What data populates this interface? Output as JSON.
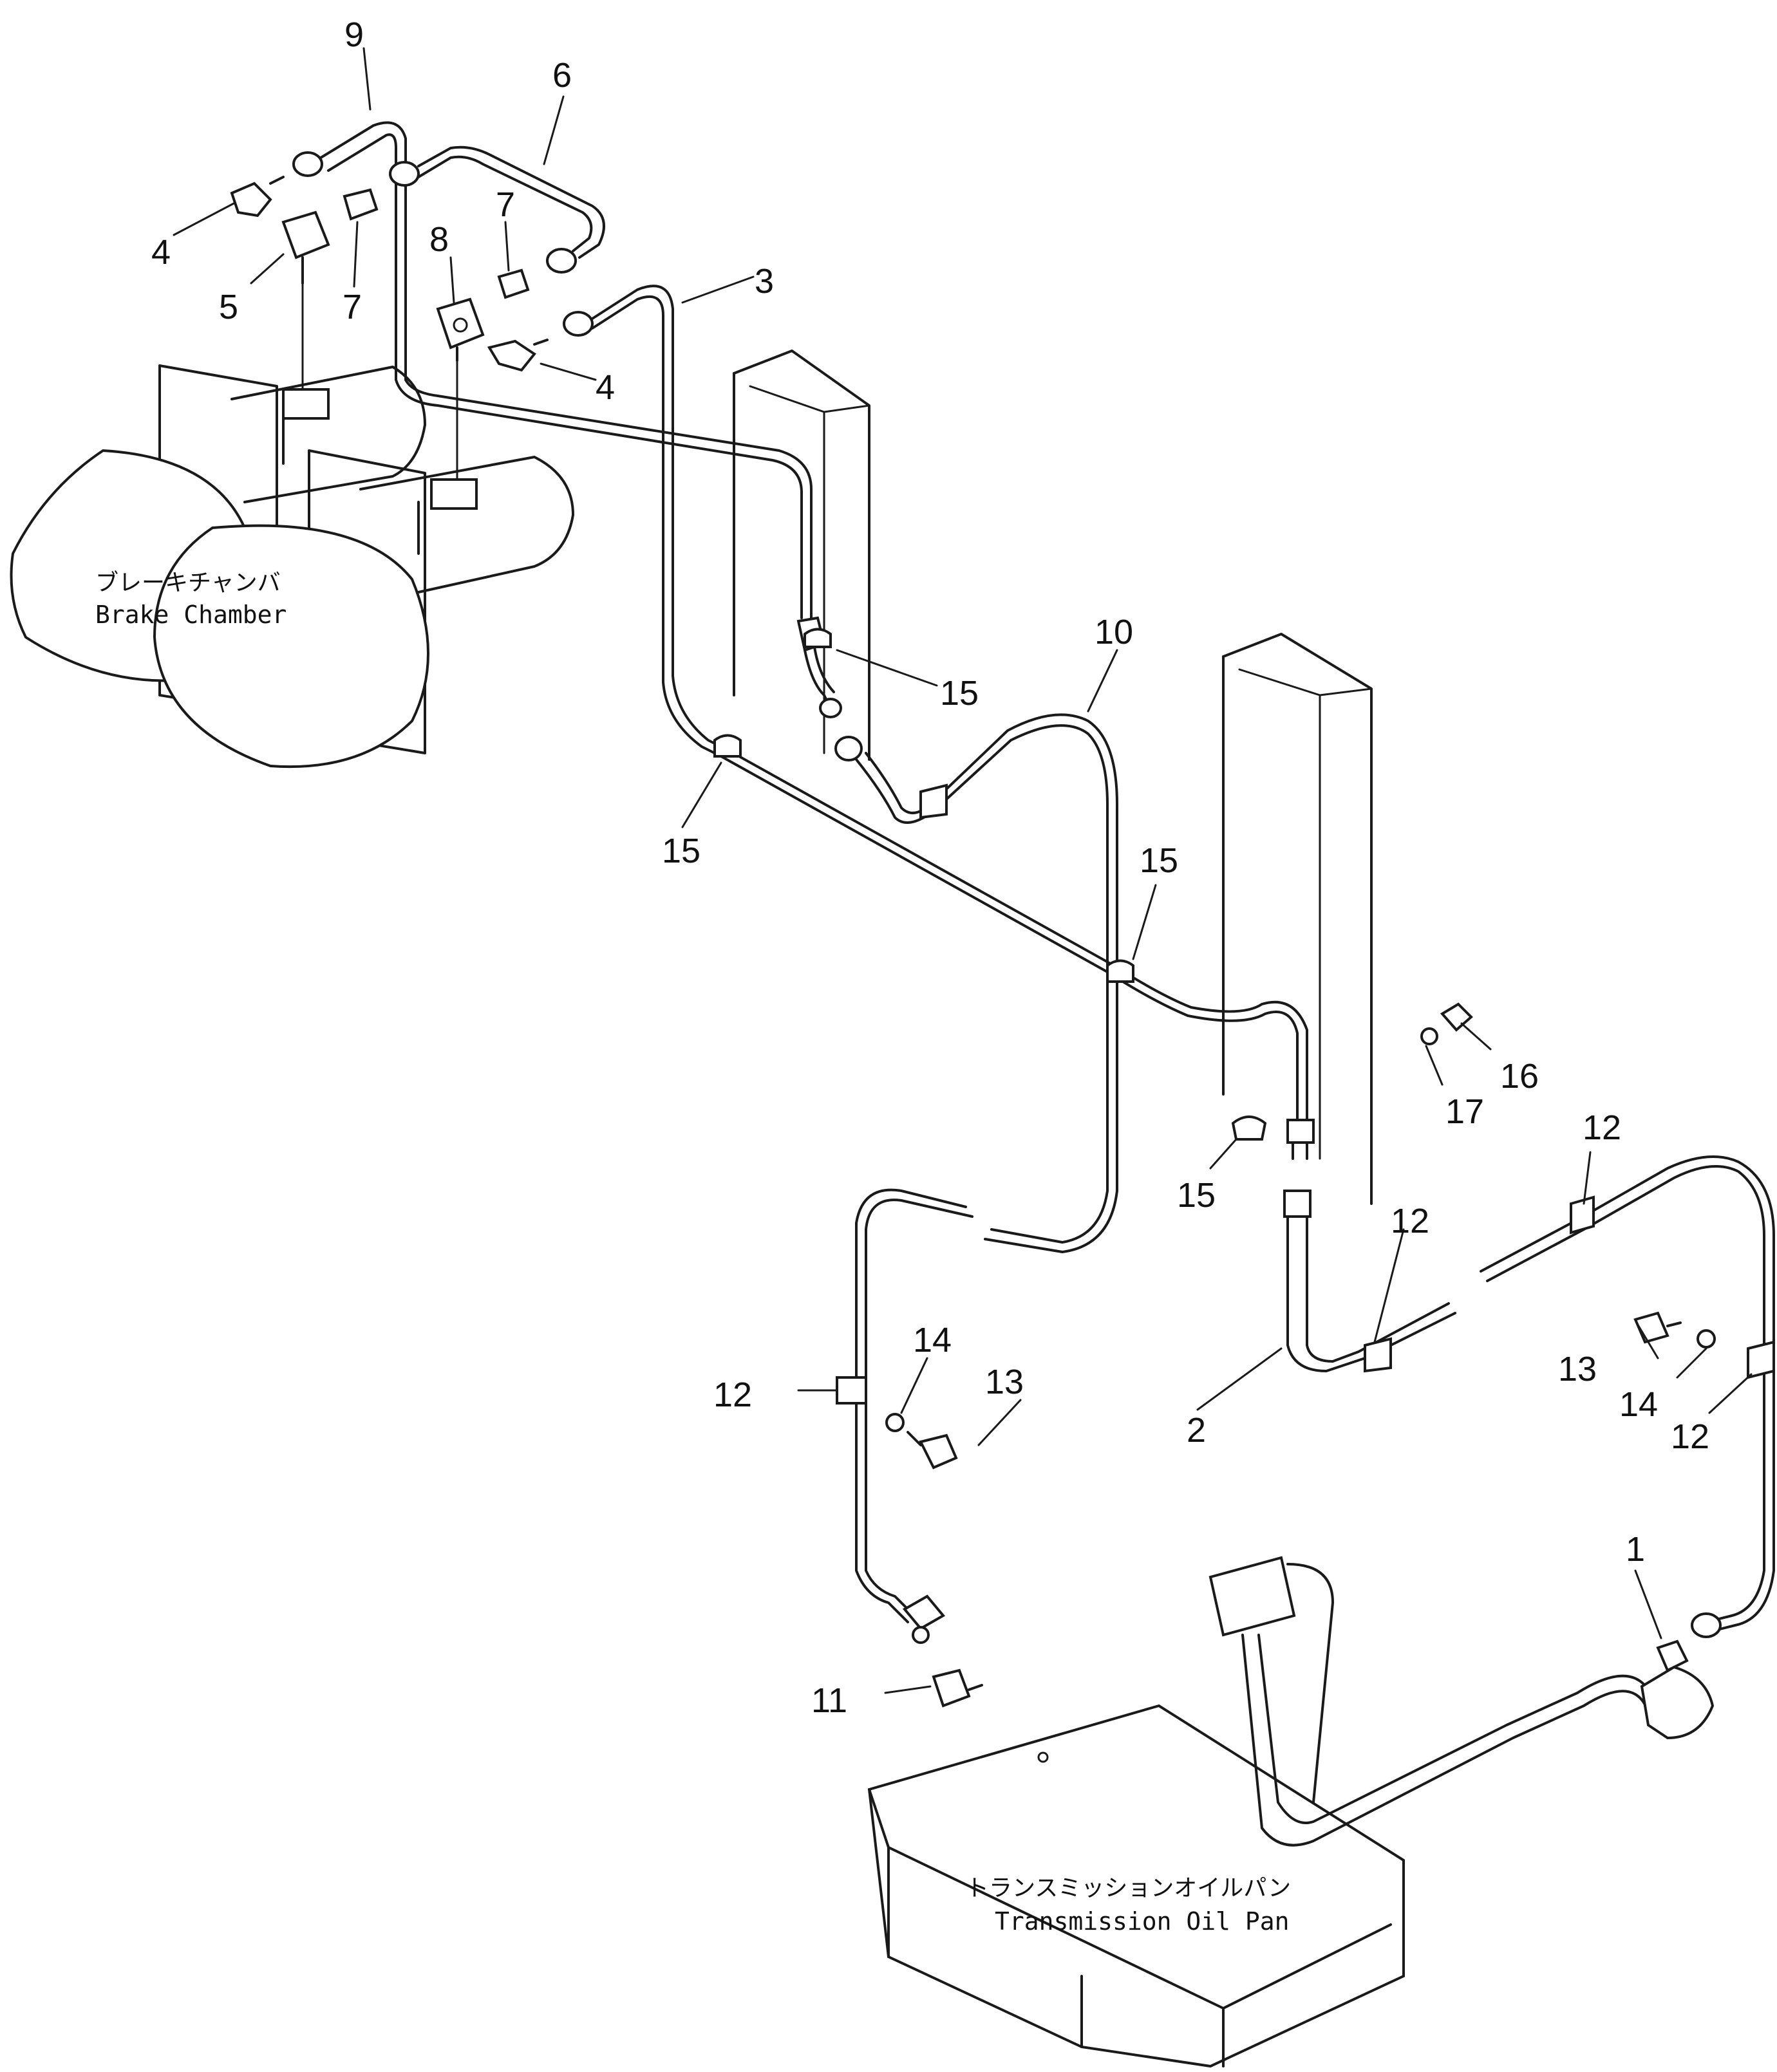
{
  "labels": {
    "brake_chamber_jp": "ブレーキチャンバ",
    "brake_chamber_en": "Brake Chamber",
    "oil_pan_jp": "トランスミッションオイルパン",
    "oil_pan_en": "Transmission Oil Pan"
  },
  "callouts": [
    {
      "id": "c9",
      "number": "9"
    },
    {
      "id": "c6",
      "number": "6"
    },
    {
      "id": "c4a",
      "number": "4"
    },
    {
      "id": "c7a",
      "number": "7"
    },
    {
      "id": "c5",
      "number": "5"
    },
    {
      "id": "c7b",
      "number": "7"
    },
    {
      "id": "c8",
      "number": "8"
    },
    {
      "id": "c3",
      "number": "3"
    },
    {
      "id": "c4b",
      "number": "4"
    },
    {
      "id": "c15a",
      "number": "15"
    },
    {
      "id": "c10",
      "number": "10"
    },
    {
      "id": "c15b",
      "number": "15"
    },
    {
      "id": "c15c",
      "number": "15"
    },
    {
      "id": "c16",
      "number": "16"
    },
    {
      "id": "c17",
      "number": "17"
    },
    {
      "id": "c15d",
      "number": "15"
    },
    {
      "id": "c12a",
      "number": "12"
    },
    {
      "id": "c12b",
      "number": "12"
    },
    {
      "id": "c12c",
      "number": "12"
    },
    {
      "id": "c14a",
      "number": "14"
    },
    {
      "id": "c13a",
      "number": "13"
    },
    {
      "id": "c13b",
      "number": "13"
    },
    {
      "id": "c14b",
      "number": "14"
    },
    {
      "id": "c2",
      "number": "2"
    },
    {
      "id": "c12d",
      "number": "12"
    },
    {
      "id": "c1",
      "number": "1"
    },
    {
      "id": "c11",
      "number": "11"
    }
  ]
}
